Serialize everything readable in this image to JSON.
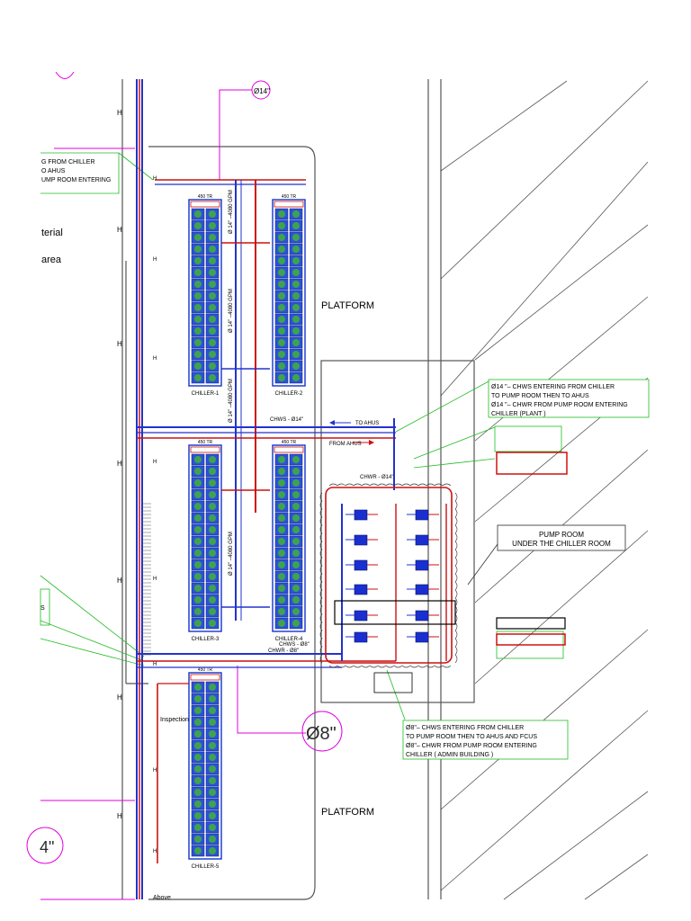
{
  "drawing": {
    "platform_labels": [
      "PLATFORM",
      "PLATFORM"
    ],
    "pump_room": {
      "line1": "PUMP ROOM",
      "line2": "UNDER THE CHILLER ROOM"
    },
    "chillers": [
      {
        "label": "CHILLER-1",
        "capacity": "450 TR"
      },
      {
        "label": "CHILLER-2",
        "capacity": "450 TR"
      },
      {
        "label": "CHILLER-3",
        "capacity": "450 TR"
      },
      {
        "label": "CHILLER-4",
        "capacity": "450 TR"
      },
      {
        "label": "CHILLER-5",
        "capacity": "450 TR"
      }
    ],
    "bubbles": {
      "top": "Ø14\"",
      "mid": "Ø8\"",
      "left": "4\""
    },
    "notes_top_left": [
      "G FROM CHILLER",
      "O AHUS",
      "UMP ROOM ENTERING"
    ],
    "left_cut_text": [
      "terial",
      "area"
    ],
    "note_14": [
      "Ø14 \"– CHWS ENTERING FROM CHILLER",
      "TO PUMP ROOM THEN TO AHUS",
      "Ø14 \"– CHWR FROM PUMP ROOM ENTERING",
      "CHILLER (PLANT )"
    ],
    "note_8": [
      "Ø8\"– CHWS ENTERING FROM CHILLER",
      "TO PUMP ROOM THEN TO AHUS AND FCUS",
      "Ø8\"– CHWR FROM PUMP ROOM ENTERING",
      "CHILLER ( ADMIN BUILDING )"
    ],
    "riser_labels": [
      "Ø 14\" –4080 GPM",
      "Ø 14\" –4080 GPM",
      "Ø 14\" –4080 GPM",
      "Ø 14\" –4080 GPM"
    ],
    "pipe_labels": {
      "to_ahus": "TO AHUS",
      "from_ahus": "FROM AHUS",
      "chws": "CHWS - Ø14\"",
      "chwr": "CHWR - Ø14\"",
      "chwr_8": "CHWR - Ø8\"",
      "chws_8": "CHWS - Ø8\""
    },
    "misc": {
      "inspection": "Inspection",
      "above": "Above",
      "s_mark": "S",
      "h_mark": "H"
    }
  }
}
